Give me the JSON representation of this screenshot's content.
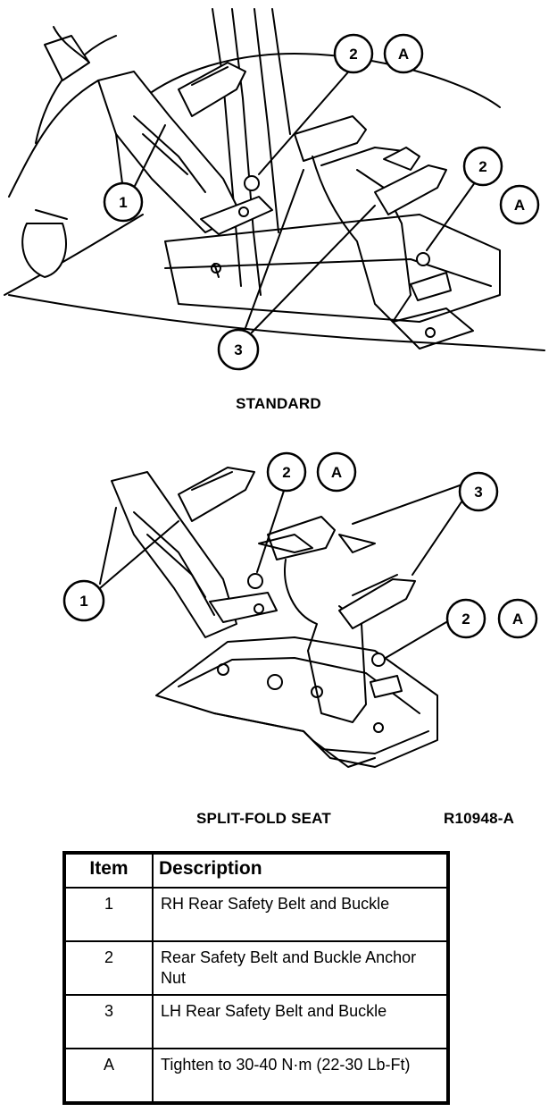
{
  "figures": {
    "standard": {
      "caption": "STANDARD",
      "callouts": [
        "1",
        "2",
        "A",
        "2",
        "A",
        "3"
      ]
    },
    "split_fold": {
      "caption": "SPLIT-FOLD SEAT",
      "reference": "R10948-A",
      "callouts": [
        "2",
        "A",
        "1",
        "3",
        "2",
        "A"
      ]
    }
  },
  "legend": {
    "headers": {
      "item": "Item",
      "description": "Description"
    },
    "rows": [
      {
        "item": "1",
        "description": "RH Rear Safety Belt and Buckle"
      },
      {
        "item": "2",
        "description": "Rear Safety Belt and Buckle Anchor Nut"
      },
      {
        "item": "3",
        "description": "LH Rear Safety Belt and Buckle"
      },
      {
        "item": "A",
        "description": "Tighten to 30-40 N·m (22-30 Lb-Ft)"
      }
    ]
  }
}
